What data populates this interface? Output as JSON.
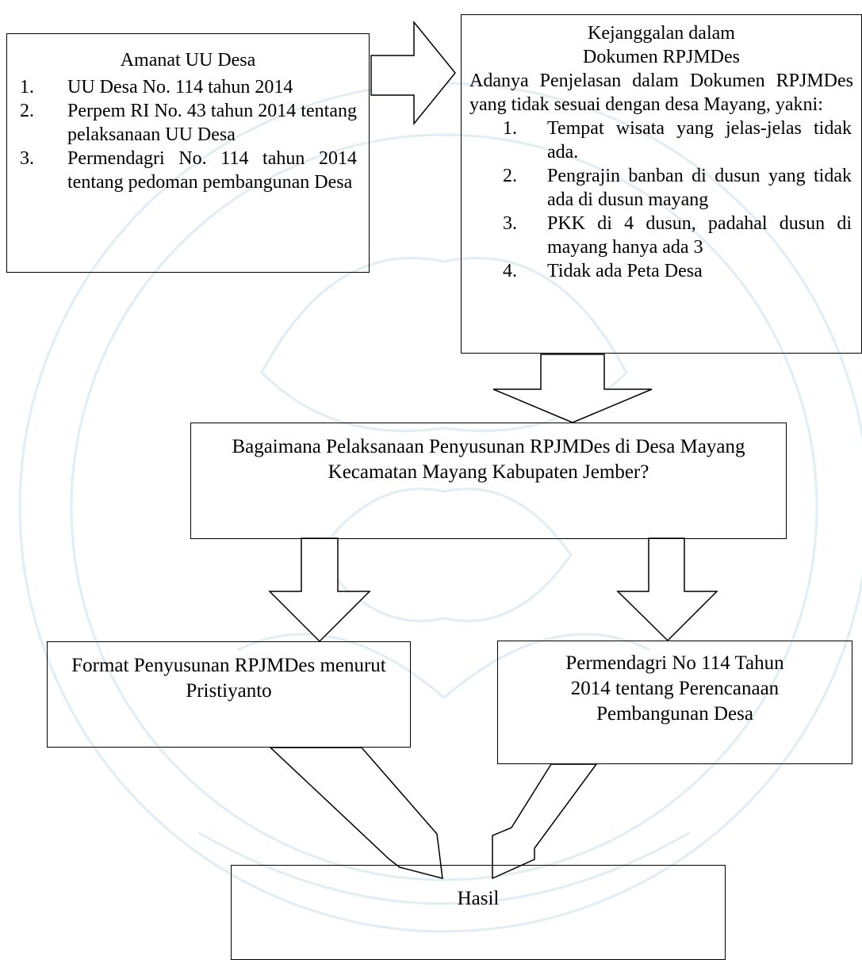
{
  "amanat": {
    "title": "Amanat UU Desa",
    "items": [
      {
        "num": "1.",
        "text": "UU Desa No. 114 tahun 2014"
      },
      {
        "num": "2.",
        "text": "Perpem RI No. 43 tahun 2014 tentang pelaksanaan UU Desa"
      },
      {
        "num": "3.",
        "text": "Permendagri No. 114 tahun 2014 tentang pedoman pembangunan Desa"
      }
    ]
  },
  "kejanggalan": {
    "title": "Kejanggalan dalam Dokumen RPJMDes",
    "intro": "Adanya Penjelasan dalam Dokumen RPJMDes yang tidak sesuai dengan desa Mayang, yakni:",
    "items": [
      {
        "num": "1.",
        "text": "Tempat wisata yang jelas-jelas tidak ada."
      },
      {
        "num": "2.",
        "text": "Pengrajin banban di dusun yang tidak ada di dusun mayang"
      },
      {
        "num": "3.",
        "text": "PKK di 4 dusun, padahal dusun di mayang hanya ada 3"
      },
      {
        "num": "4.",
        "text": "Tidak ada Peta Desa"
      }
    ]
  },
  "question": {
    "text": "Bagaimana Pelaksanaan Penyusunan RPJMDes di Desa Mayang Kecamatan Mayang Kabupaten Jember?"
  },
  "format": {
    "text": "Format Penyusunan RPJMDes menurut Pristiyanto"
  },
  "permendagri": {
    "text": "Permendagri No 114 Tahun 2014 tentang Perencanaan Pembangunan Desa"
  },
  "hasil": {
    "text": "Hasil"
  },
  "colors": {
    "line": "#000000",
    "watermark": "#cfe3ee"
  }
}
